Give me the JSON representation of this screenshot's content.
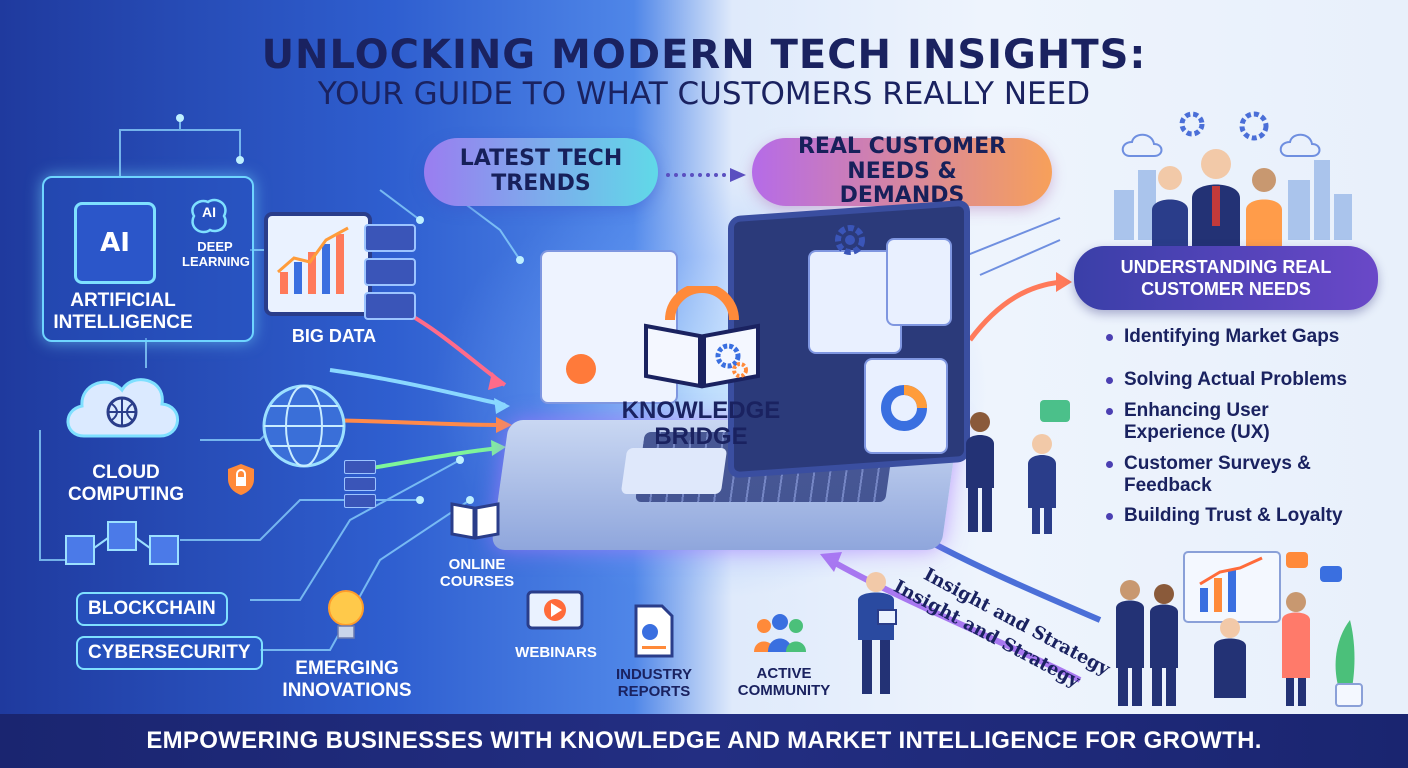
{
  "header": {
    "title": "UNLOCKING MODERN TECH INSIGHTS:",
    "subtitle": "YOUR GUIDE TO WHAT CUSTOMERS REALLY NEED"
  },
  "flow": {
    "left_pill": "LATEST TECH TRENDS",
    "right_pill": "REAL CUSTOMER NEEDS & DEMANDS"
  },
  "tech": {
    "ai_chip": "AI",
    "ai_small_chip": "AI",
    "deep_learning": "DEEP LEARNING",
    "artificial_intelligence": "ARTIFICIAL INTELLIGENCE",
    "big_data": "BIG DATA",
    "cloud_computing": "CLOUD COMPUTING",
    "blockchain": "BLOCKCHAIN",
    "cybersecurity": "CYBERSECURITY",
    "emerging_innovations": "EMERGING INNOVATIONS"
  },
  "center": {
    "bridge_label": "KNOWLEDGE BRIDGE"
  },
  "resources": {
    "online_courses": "ONLINE COURSES",
    "webinars": "WEBINARS",
    "industry_reports": "INDUSTRY REPORTS",
    "active_community": "ACTIVE COMMUNITY"
  },
  "customer_needs": {
    "heading": "UNDERSTANDING REAL CUSTOMER NEEDS",
    "items": [
      "Identifying Market Gaps",
      "Solving Actual Problems",
      "Enhancing User Experience (UX)",
      "Customer Surveys & Feedback",
      "Building Trust & Loyalty"
    ]
  },
  "arrows": {
    "strategy_1": "Insight and Strategy",
    "strategy_2": "Insight and Strategy"
  },
  "footer": {
    "tagline": "EMPOWERING BUSINESSES WITH KNOWLEDGE AND MARKET INTELLIGENCE FOR GROWTH."
  },
  "colors": {
    "navy": "#1a2260",
    "accent_cyan": "#6fd5ff",
    "accent_purple": "#6a48c8",
    "accent_orange": "#f7a05a",
    "accent_green": "#7ef59a"
  }
}
